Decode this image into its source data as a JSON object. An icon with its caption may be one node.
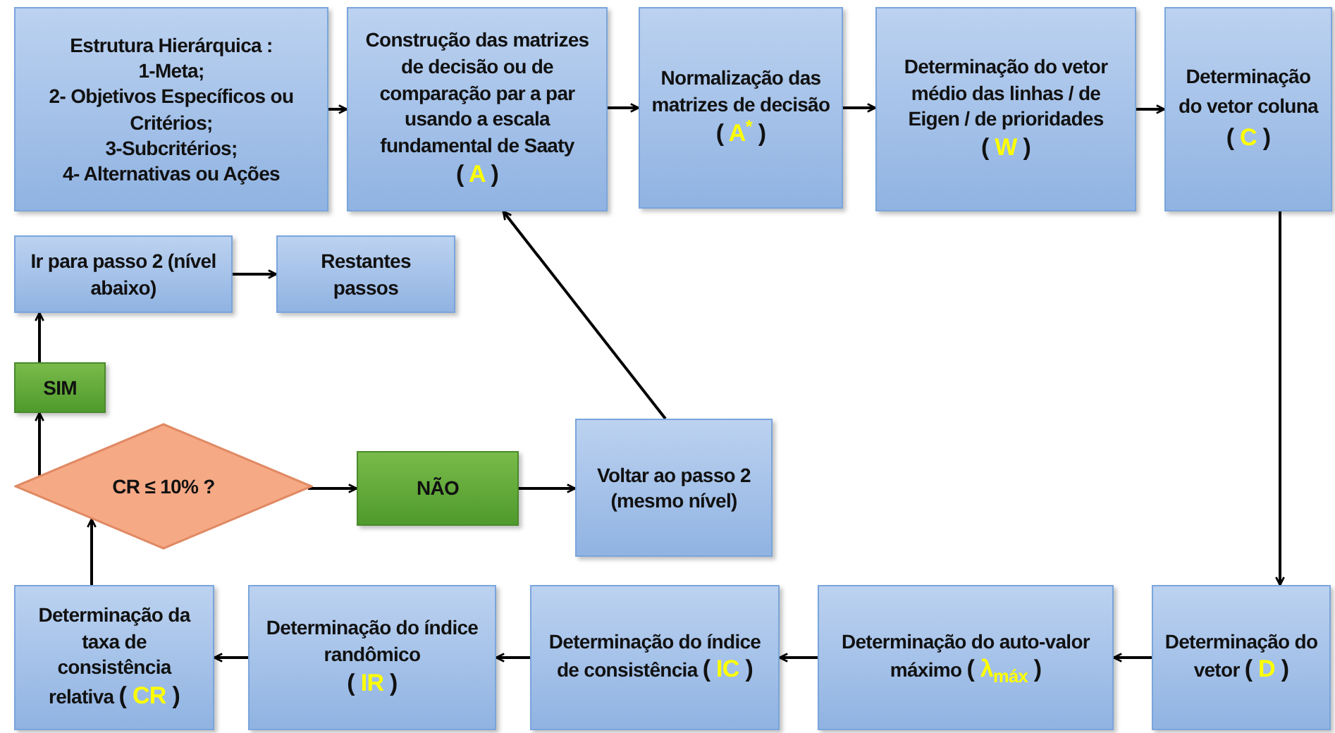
{
  "diagram": {
    "nodes": [
      {
        "text": [
          "Estrutura Hierárquica :",
          "1-Meta;",
          "2- Objetivos Específicos ou Critérios;",
          "3-Subcritérios;",
          "4- Alternativas ou Ações"
        ]
      },
      {
        "text": [
          "Construção das matrizes de decisão ou de comparação par a par usando a escala fundamental de Saaty",
          "( A )"
        ]
      },
      {
        "text": [
          "Normalização das matrizes de decisão",
          "( A$^{*}$ )"
        ]
      },
      {
        "text": [
          "Determinação do vetor médio das linhas / de Eigen / de prioridades",
          "( W )"
        ]
      },
      {
        "text": [
          "Determinação do vetor coluna",
          "( C )"
        ]
      },
      {
        "text": [
          "Ir para passo 2 (nível abaixo)"
        ]
      },
      {
        "text": [
          "Restantes passos"
        ]
      },
      {
        "text": [
          "SIM"
        ]
      },
      {
        "text": [
          "CR ≤ 10% ?"
        ]
      },
      {
        "text": [
          "NÃO"
        ]
      },
      {
        "text": [
          "Voltar ao passo 2 (mesmo nível)"
        ]
      },
      {
        "text": [
          "Determinação da taxa de consistência relativa",
          "( CR )"
        ]
      },
      {
        "text": [
          "Determinação do índice randômico",
          "( IR )"
        ]
      },
      {
        "text": [
          "Determinação do índice de consistência",
          "( IC )"
        ]
      },
      {
        "text": [
          "Determinação do auto-valor máximo",
          "( λ$_{máx}$ )"
        ]
      },
      {
        "text": [
          "Determinação do vetor",
          "( D )"
        ]
      }
    ],
    "edges": [
      {
        "from": 0,
        "to": 1,
        "arrow": "to"
      },
      {
        "from": 1,
        "to": 2,
        "arrow": "to"
      },
      {
        "from": 2,
        "to": 3,
        "arrow": "to"
      },
      {
        "from": 3,
        "to": 4,
        "arrow": "to"
      },
      {
        "from": 4,
        "to": 15,
        "arrow": "to"
      },
      {
        "from": 15,
        "to": 14,
        "arrow": "to"
      },
      {
        "from": 14,
        "to": 13,
        "arrow": "to"
      },
      {
        "from": 13,
        "to": 12,
        "arrow": "to"
      },
      {
        "from": 12,
        "to": 11,
        "arrow": "to"
      },
      {
        "from": 11,
        "to": 8,
        "arrow": "to"
      },
      {
        "from": 8,
        "to": 7,
        "arrow": "to"
      },
      {
        "from": 7,
        "to": 5,
        "arrow": "to"
      },
      {
        "from": 5,
        "to": 6,
        "arrow": "to"
      },
      {
        "from": 8,
        "to": 9,
        "arrow": "to"
      },
      {
        "from": 9,
        "to": 10,
        "arrow": "to"
      },
      {
        "from": 10,
        "to": 1,
        "arrow": "to"
      }
    ]
  }
}
